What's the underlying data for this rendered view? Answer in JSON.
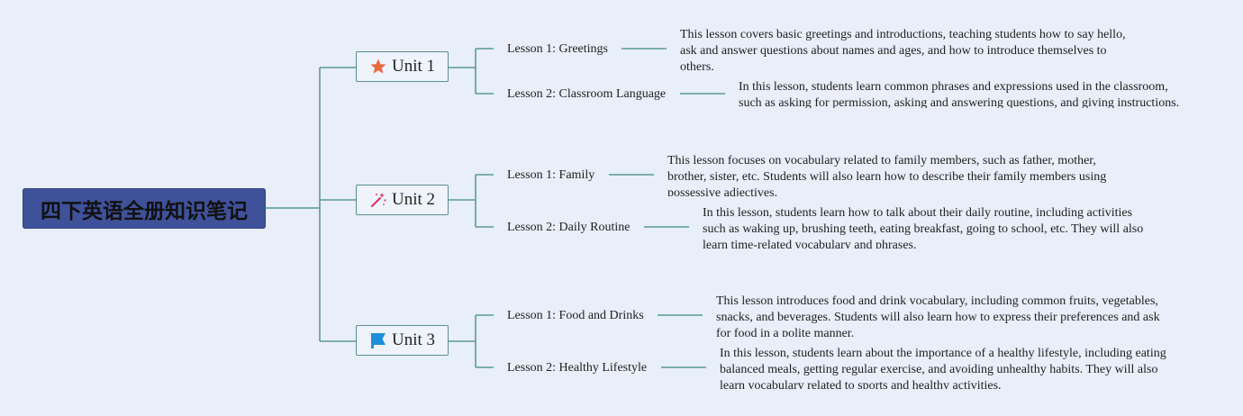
{
  "root": {
    "title": "四下英语全册知识笔记"
  },
  "units": [
    {
      "label": "Unit 1",
      "icon": "star-icon",
      "lessons": [
        {
          "title": "Lesson 1: Greetings",
          "description": "This lesson covers basic greetings and introductions, teaching students how to say hello, ask and answer questions about names and ages, and how to introduce themselves to others."
        },
        {
          "title": "Lesson 2: Classroom Language",
          "description": "In this lesson, students learn common phrases and expressions used in the classroom, such as asking for permission, asking and answering questions, and giving instructions."
        }
      ]
    },
    {
      "label": "Unit 2",
      "icon": "magic-wand-icon",
      "lessons": [
        {
          "title": "Lesson 1: Family",
          "description": "This lesson focuses on vocabulary related to family members, such as father, mother, brother, sister, etc. Students will also learn how to describe their family members using possessive adjectives."
        },
        {
          "title": "Lesson 2: Daily Routine",
          "description": "In this lesson, students learn how to talk about their daily routine, including activities such as waking up, brushing teeth, eating breakfast, going to school, etc. They will also learn time-related vocabulary and phrases."
        }
      ]
    },
    {
      "label": "Unit 3",
      "icon": "flag-icon",
      "lessons": [
        {
          "title": "Lesson 1: Food and Drinks",
          "description": "This lesson introduces food and drink vocabulary, including common fruits, vegetables, snacks, and beverages. Students will also learn how to express their preferences and ask for food in a polite manner."
        },
        {
          "title": "Lesson 2: Healthy Lifestyle",
          "description": "In this lesson, students learn about the importance of a healthy lifestyle, including eating balanced meals, getting regular exercise, and avoiding unhealthy habits. They will also learn vocabulary related to sports and healthy activities."
        }
      ]
    }
  ]
}
